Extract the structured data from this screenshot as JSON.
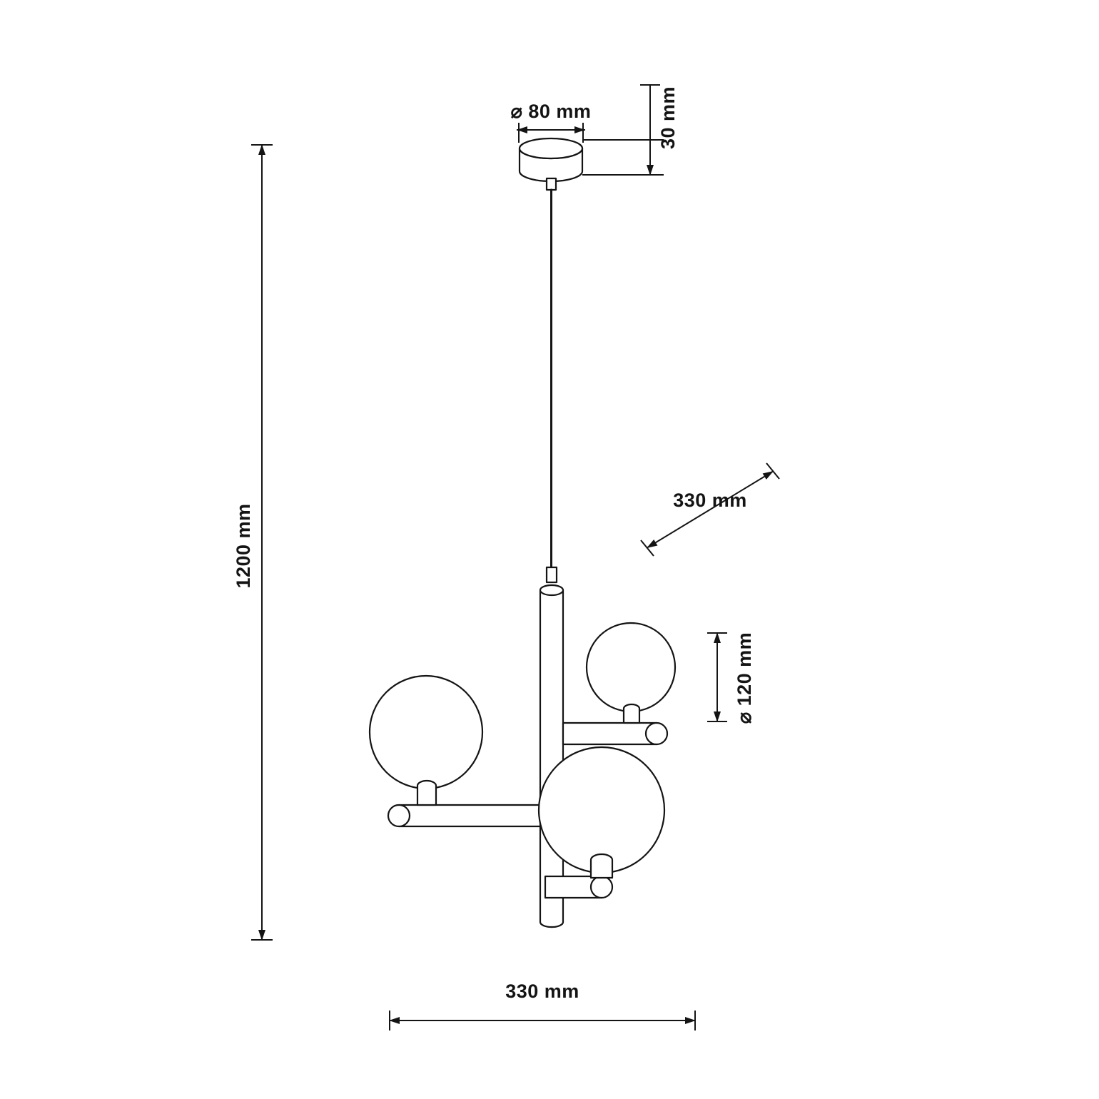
{
  "drawing": {
    "title": "technical-dimension-drawing-pendant-lamp",
    "line_color": "#141414",
    "fill_color": "#ffffff",
    "background": "#ffffff"
  },
  "dimensions": {
    "total_height": "1200 mm",
    "canopy_diameter": "⌀ 80 mm",
    "canopy_height": "30 mm",
    "fixture_depth": "330 mm",
    "globe_diameter": "⌀ 120 mm",
    "fixture_width": "330 mm"
  },
  "labels": [
    {
      "name": "height-label",
      "text": "1200 mm",
      "orientation": "vertical"
    },
    {
      "name": "canopy-diameter-label",
      "text": "⌀ 80 mm",
      "orientation": "horizontal"
    },
    {
      "name": "canopy-height-label",
      "text": "30 mm",
      "orientation": "vertical"
    },
    {
      "name": "depth-label",
      "text": "330 mm",
      "orientation": "horizontal"
    },
    {
      "name": "globe-diameter-label",
      "text": "⌀ 120 mm",
      "orientation": "vertical"
    },
    {
      "name": "width-label",
      "text": "330 mm",
      "orientation": "horizontal"
    }
  ]
}
